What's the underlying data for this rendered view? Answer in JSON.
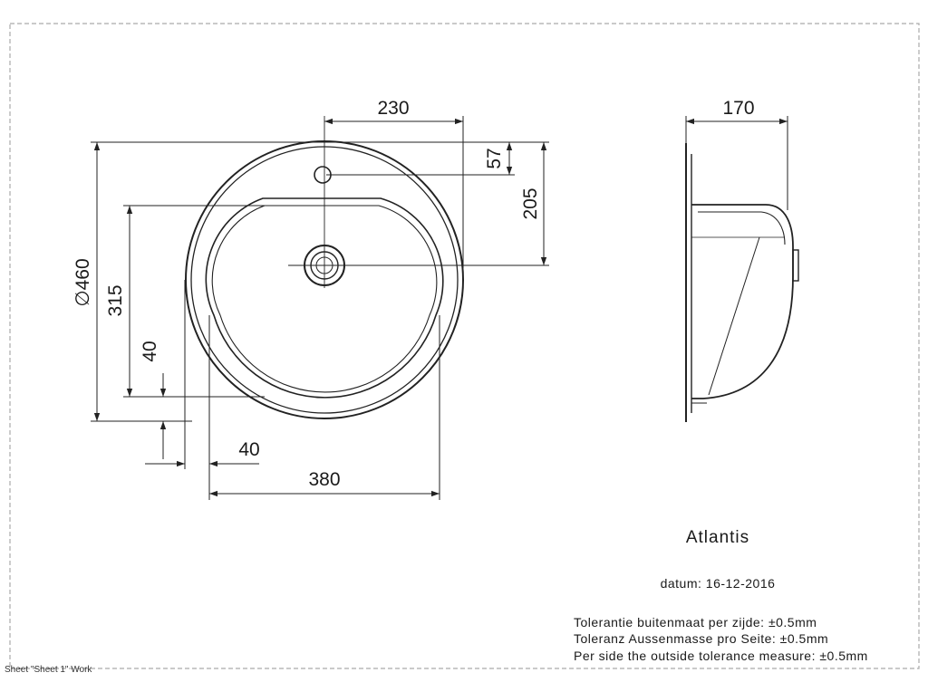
{
  "dimensions": {
    "d230": "230",
    "d170": "170",
    "d57": "57",
    "d205": "205",
    "d460": "∅460",
    "d315": "315",
    "d40_vertical": "40",
    "d40_horizontal": "40",
    "d380": "380"
  },
  "title_block": {
    "product_name": "Atlantis",
    "date_text": "datum:  16-12-2016",
    "tolerance_nl": "Tolerantie buitenmaat per zijde:  ±0.5mm",
    "tolerance_de": "Toleranz Aussenmasse pro Seite:  ±0.5mm",
    "tolerance_en": "Per side the outside tolerance measure:  ±0.5mm"
  },
  "sheet_label": "Sheet \"Sheet 1\" Work"
}
